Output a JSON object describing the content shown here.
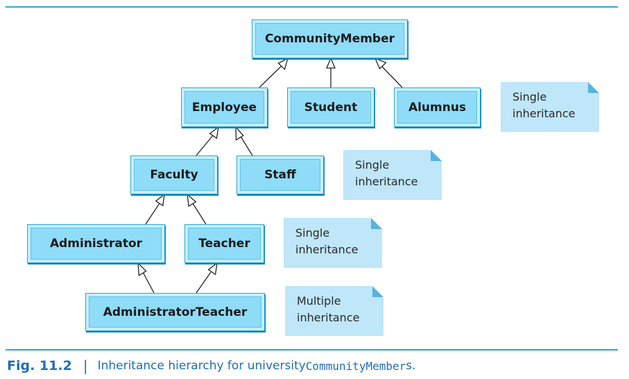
{
  "nodes": {
    "community_member": "CommunityMember",
    "employee": "Employee",
    "student": "Student",
    "alumnus": "Alumnus",
    "faculty": "Faculty",
    "staff": "Staff",
    "administrator": "Administrator",
    "teacher": "Teacher",
    "administrator_teacher": "AdministratorTeacher"
  },
  "notes": [
    {
      "line1": "Single",
      "line2": "inheritance"
    },
    {
      "line1": "Single",
      "line2": "inheritance"
    },
    {
      "line1": "Single",
      "line2": "inheritance"
    },
    {
      "line1": "Multiple",
      "line2": "inheritance"
    }
  ],
  "caption": {
    "figure_label": "Fig. 11.2",
    "separator": "|",
    "text": "Inheritance hierarchy for university ",
    "code": "CommunityMember",
    "suffix": "s."
  },
  "colors": {
    "box_fill": "#8fdcf8",
    "box_border": "#2aa6dc",
    "note_fill": "#bfe6f9",
    "rule": "#29a9e0",
    "caption": "#1f6db5"
  }
}
